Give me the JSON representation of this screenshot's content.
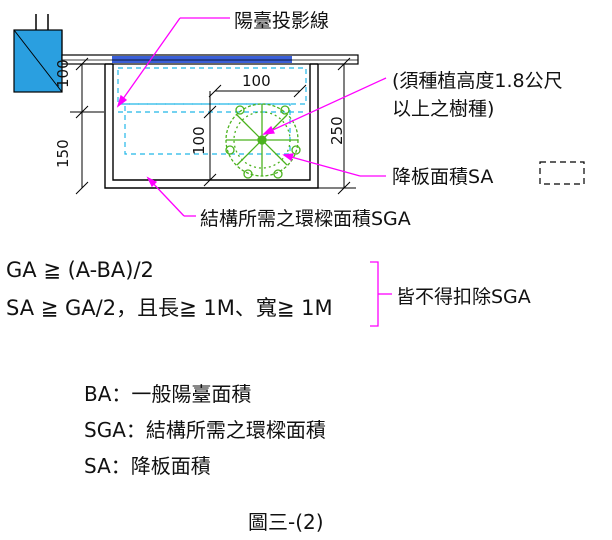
{
  "labels": {
    "balcony_projection": "陽臺投影線",
    "tree_note_line1": "(須種植高度1.8公尺",
    "tree_note_line2": "以上之樹種)",
    "lowered_slab": "降板面積SA",
    "sga_area": "結構所需之環樑面積SGA"
  },
  "dimensions": {
    "d100_top": "100",
    "d100_left": "100",
    "d150_left": "150",
    "d100_inner": "100",
    "d250_right": "250"
  },
  "formulas": {
    "line1": "GA ≧ (A-BA)/2",
    "line2": "SA ≧ GA/2，且長≧ 1M、寬≧ 1M",
    "note": "皆不得扣除SGA"
  },
  "legend": {
    "ba": "BA：一般陽臺面積",
    "sga": "SGA：結構所需之環樑面積",
    "sa": "SA：降板面積"
  },
  "caption": "圖三-(2)",
  "colors": {
    "pointer": "#ff00ff",
    "dashed_area": "#22b8e8",
    "structure": "#000000",
    "column_fill": "#2a9fe0",
    "slab_fill": "#3a5fd8",
    "tree_green": "#4bb21e"
  }
}
